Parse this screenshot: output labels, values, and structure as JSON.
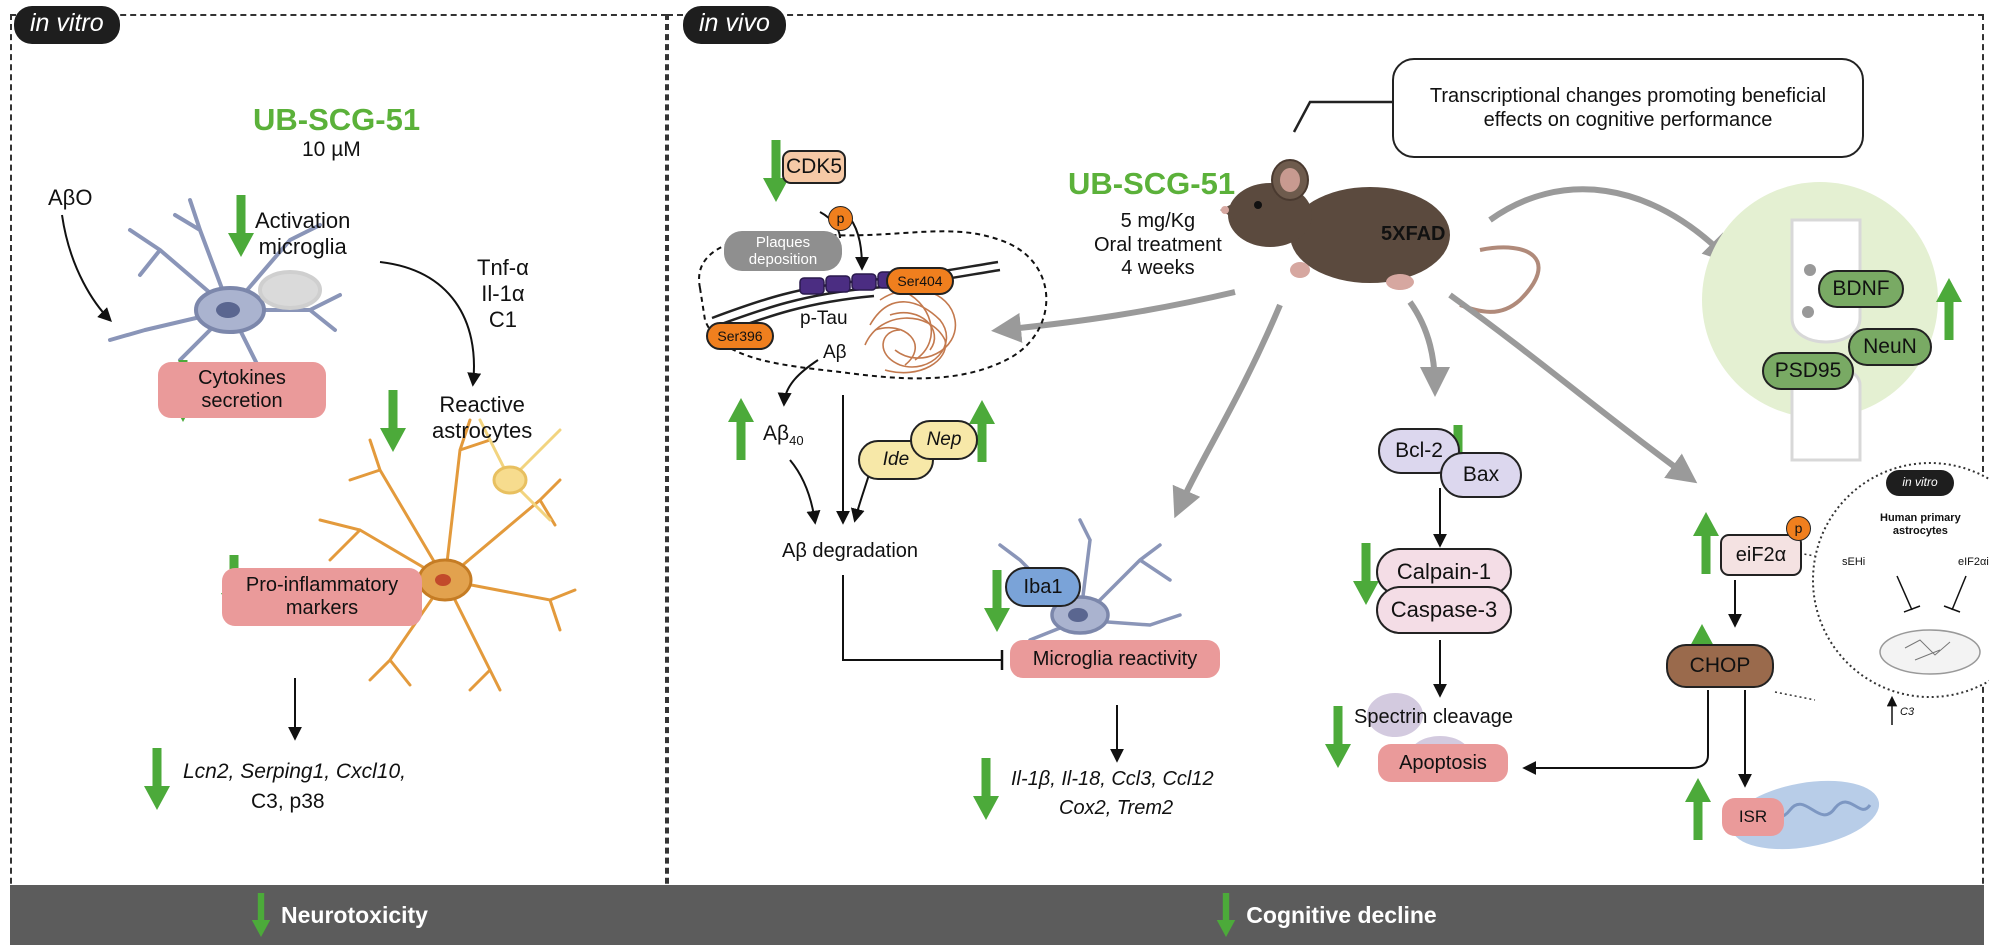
{
  "panels": {
    "in_vitro": {
      "tag": "in vitro",
      "compound": "UB-SCG-51",
      "dose": "10 µM",
      "abo": "AβO",
      "activation_microglia": "Activation\nmicroglia",
      "cytokines": "Tnf-α\nIl-1α\nC1",
      "cytokines_secretion": "Cytokines\nsecretion",
      "reactive_astrocytes": "Reactive\nastrocytes",
      "pro_inflammatory": "Pro-inflammatory\nmarkers",
      "genes_line1_italic": "Lcn2, Serping1, Cxcl10,",
      "genes_line2": "C3, p38",
      "footer": "Neurotoxicity"
    },
    "in_vivo": {
      "tag": "in vivo",
      "compound": "UB-SCG-51",
      "treatment": "5 mg/Kg\nOral treatment\n4 weeks",
      "model": "5XFAD",
      "speech": "Transcriptional changes promoting beneficial effects on cognitive performance",
      "cdk5": "CDK5",
      "phospho": "p",
      "plaques": "Plaques\ndeposition",
      "ser396": "Ser396",
      "ser404": "Ser404",
      "ptau": "p-Tau",
      "abeta": "Aβ",
      "abeta40_base": "Aβ",
      "abeta40_sub": "40",
      "ide": "Ide",
      "nep": "Nep",
      "abeta_degradation": "Aβ degradation",
      "iba1": "Iba1",
      "microglia_reactivity": "Microglia reactivity",
      "cytokine_genes_line1": "Il-1β, Il-18, Ccl3, Ccl12",
      "cytokine_genes_line2": "Cox2, Trem2",
      "bcl2": "Bcl-2",
      "bax": "Bax",
      "calpain": "Calpain-1",
      "caspase": "Caspase-3",
      "spectrin": "Spectrin cleavage",
      "apoptosis": "Apoptosis",
      "bdnf": "BDNF",
      "neun": "NeuN",
      "psd95": "PSD95",
      "eif2a": "eiF2α",
      "chop": "CHOP",
      "isr": "ISR",
      "inset_tag": "in vitro",
      "inset_title": "Human primary\nastrocytes",
      "sehi": "sEHi",
      "eif2ai": "eIF2αi",
      "c3": "C3",
      "footer": "Cognitive decline"
    }
  },
  "colors": {
    "green": "#5bb13a",
    "arrow_green": "#4caa3a",
    "red_pill": "#ea9a9a",
    "lavender": "#dcd7ee",
    "pink": "#f4dde6",
    "marker_green": "#79aa64",
    "orange": "#f07f1e",
    "purple": "#4b2d82",
    "chop_brown": "#9a6a4c",
    "footer": "#5c5c5c"
  },
  "icons": [
    "green-down-arrow-icon",
    "green-up-arrow-icon",
    "microglia-cell-icon",
    "astrocyte-cell-icon",
    "mouse-icon",
    "synapse-icon",
    "amyloid-fiber-icon",
    "mitochondria-icon",
    "petri-dish-icon"
  ]
}
